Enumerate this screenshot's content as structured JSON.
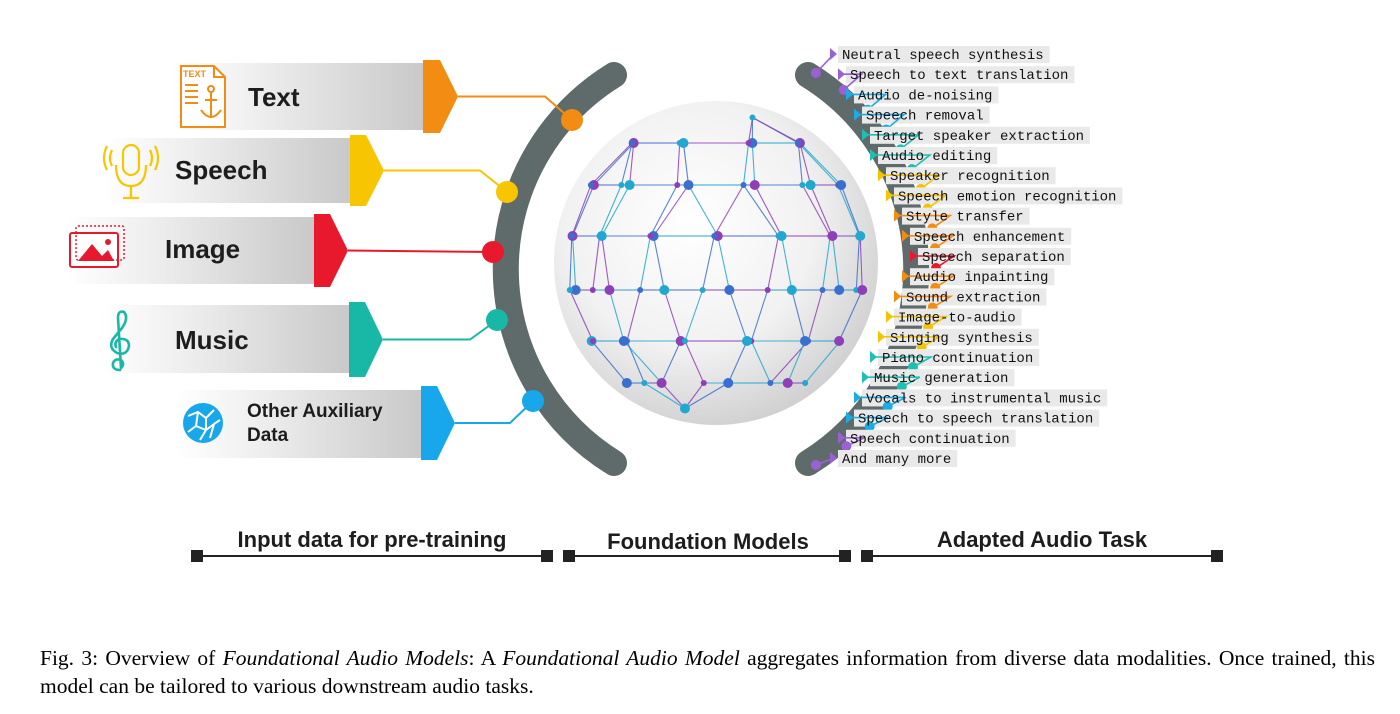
{
  "inputs": [
    {
      "label": "Text",
      "color": "#F28C13",
      "icon": "text-anchor-icon"
    },
    {
      "label": "Speech",
      "color": "#F7C600",
      "icon": "microphone-icon"
    },
    {
      "label": "Image",
      "color": "#E8192C",
      "icon": "image-icon"
    },
    {
      "label": "Music",
      "color": "#19B7A6",
      "icon": "treble-clef-icon"
    },
    {
      "label": "Other Auxiliary\nData",
      "color": "#18A7EA",
      "icon": "globe-network-icon"
    }
  ],
  "icon_text": "TEXT",
  "tasks": [
    {
      "label": "Neutral speech synthesis",
      "color": "#9B5FD6"
    },
    {
      "label": "Speech to text translation",
      "color": "#9B5FD6"
    },
    {
      "label": "Audio de-noising",
      "color": "#1AACE6"
    },
    {
      "label": "Speech removal",
      "color": "#1AACE6"
    },
    {
      "label": "Target speaker extraction",
      "color": "#1FBFB2"
    },
    {
      "label": "Audio editing",
      "color": "#1FBFB2"
    },
    {
      "label": "Speaker recognition",
      "color": "#F5C400"
    },
    {
      "label": "Speech emotion recognition",
      "color": "#F5C400"
    },
    {
      "label": "Style transfer",
      "color": "#F28C13"
    },
    {
      "label": "Speech enhancement",
      "color": "#F28C13"
    },
    {
      "label": "Speech separation",
      "color": "#E8192C"
    },
    {
      "label": "Audio inpainting",
      "color": "#F28C13"
    },
    {
      "label": "Sound extraction",
      "color": "#F28C13"
    },
    {
      "label": "Image-to-audio",
      "color": "#F5C400"
    },
    {
      "label": "Singing synthesis",
      "color": "#F5C400"
    },
    {
      "label": "Piano continuation",
      "color": "#1FBFB2"
    },
    {
      "label": "Music generation",
      "color": "#1FBFB2"
    },
    {
      "label": "Vocals to instrumental music",
      "color": "#1AACE6"
    },
    {
      "label": "Speech to speech translation",
      "color": "#1AACE6"
    },
    {
      "label": "Speech continuation",
      "color": "#9B5FD6"
    },
    {
      "label": "And many more",
      "color": "#9B5FD6"
    }
  ],
  "sections": [
    {
      "label": "Input data for pre-training"
    },
    {
      "label": "Foundation Models"
    },
    {
      "label": "Adapted Audio Task"
    }
  ],
  "caption": {
    "prefix": "Fig. 3: Overview of ",
    "italic1": "Foundational Audio Models",
    "mid": ": A ",
    "italic2": "Foundational Audio Model",
    "suffix": " aggregates information from diverse data modalities. Once trained, this model can be tailored to various downstream audio tasks."
  },
  "colors": {
    "arc": "#5F6B6B",
    "sphere_cyan": "#20A8D0",
    "sphere_purple": "#8E3FB8",
    "sphere_blue": "#3A6FD0"
  }
}
